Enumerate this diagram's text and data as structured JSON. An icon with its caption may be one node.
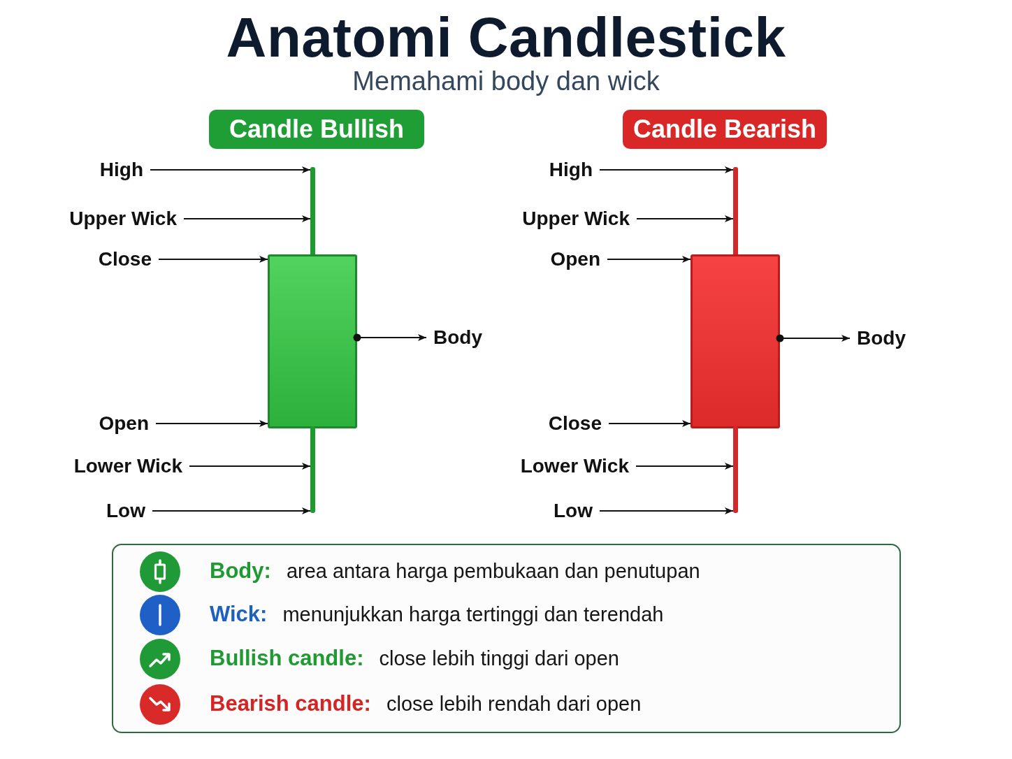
{
  "diagram": {
    "title": "Anatomi Candlestick",
    "nodes": [
      {
        "text": [
          "Candle Bullish"
        ]
      },
      {
        "text": [
          "High"
        ]
      },
      {
        "text": [
          "Upper Wick"
        ]
      },
      {
        "text": [
          "Close"
        ]
      },
      {
        "text": [
          "Open"
        ]
      },
      {
        "text": [
          "Lower Wick"
        ]
      },
      {
        "text": [
          "Low"
        ]
      },
      {
        "text": [],
        "shape": "bar"
      },
      {
        "text": [],
        "shape": "box"
      },
      {
        "text": [],
        "shape": "bar"
      },
      {
        "text": [
          "Body"
        ]
      },
      {
        "text": [
          "Candle Bearish"
        ]
      },
      {
        "text": [
          "High"
        ]
      },
      {
        "text": [
          "Upper Wick"
        ]
      },
      {
        "text": [
          "Open"
        ]
      },
      {
        "text": [
          "Close"
        ]
      },
      {
        "text": [
          "Lower Wick"
        ]
      },
      {
        "text": [
          "Low"
        ]
      },
      {
        "text": [],
        "shape": "bar"
      },
      {
        "text": [],
        "shape": "box"
      },
      {
        "text": [],
        "shape": "bar"
      },
      {
        "text": [
          "Body"
        ]
      }
    ],
    "edges": [
      {
        "from": 1,
        "to": 7,
        "arrow": "to"
      },
      {
        "from": 2,
        "to": 7,
        "arrow": "to"
      },
      {
        "from": 3,
        "to": 8,
        "arrow": "to"
      },
      {
        "from": 4,
        "to": 8,
        "arrow": "to"
      },
      {
        "from": 5,
        "to": 9,
        "arrow": "to"
      },
      {
        "from": 6,
        "to": 9,
        "arrow": "to"
      },
      {
        "from": 8,
        "to": 10,
        "arrow": "to"
      },
      {
        "from": 12,
        "to": 18,
        "arrow": "to"
      },
      {
        "from": 13,
        "to": 18,
        "arrow": "to"
      },
      {
        "from": 14,
        "to": 19,
        "arrow": "to"
      },
      {
        "from": 15,
        "to": 19,
        "arrow": "to"
      },
      {
        "from": 16,
        "to": 20,
        "arrow": "to"
      },
      {
        "from": 17,
        "to": 20,
        "arrow": "to"
      },
      {
        "from": 19,
        "to": 21,
        "arrow": "to"
      }
    ],
    "labels": [
      "Memahami body dan wick"
    ],
    "legend": [
      {
        "text": "**Body:** area antara harga pembukaan dan penutupan"
      },
      {
        "text": "**Wick:** menunjukkan harga tertinggi dan terendah"
      },
      {
        "text": "**Bullish candle:** close lebih tinggi dari open"
      },
      {
        "text": "**Bearish candle:** close lebih rendah dari open"
      }
    ]
  }
}
